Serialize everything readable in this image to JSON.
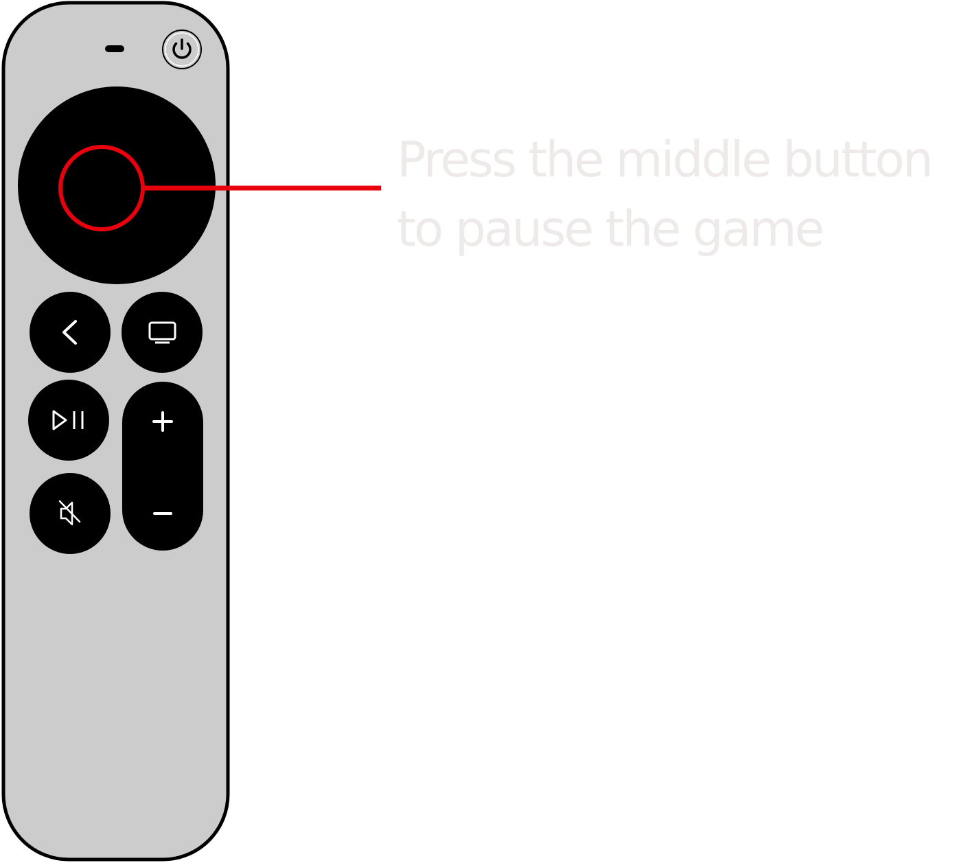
{
  "caption": {
    "line1": "Press the middle button",
    "line2": "to pause the game"
  },
  "remote": {
    "buttons": [
      {
        "name": "power",
        "icon": "power-icon"
      },
      {
        "name": "clickpad",
        "icon": "touch-surface"
      },
      {
        "name": "back",
        "icon": "chevron-left-icon"
      },
      {
        "name": "tv",
        "icon": "tv-icon"
      },
      {
        "name": "play-pause",
        "icon": "play-pause-icon"
      },
      {
        "name": "volume-up",
        "icon": "plus-icon"
      },
      {
        "name": "volume-down",
        "icon": "minus-icon"
      },
      {
        "name": "mute",
        "icon": "mute-icon"
      }
    ],
    "highlighted_button": "clickpad center"
  },
  "colors": {
    "remote_body": "#cccccc",
    "outline": "#000000",
    "button": "#000000",
    "button_icon": "#ffffff",
    "highlight": "#e8000d",
    "caption_text": "#efeaea",
    "background": "#ffffff"
  }
}
